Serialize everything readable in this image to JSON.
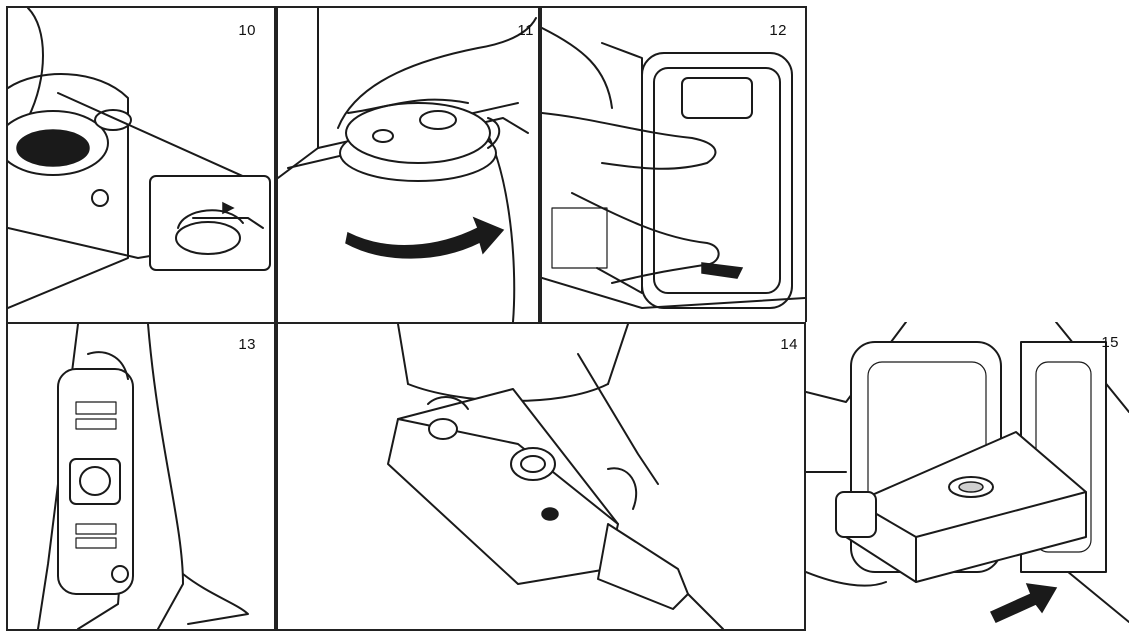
{
  "panels": [
    {
      "number": "10",
      "icon": "cassette-toilet-valve-icon"
    },
    {
      "number": "11",
      "icon": "cap-rotate-icon"
    },
    {
      "number": "12",
      "icon": "cassette-service-door-icon"
    },
    {
      "number": "13",
      "icon": "carry-cassette-icon"
    },
    {
      "number": "14",
      "icon": "empty-cassette-icon"
    },
    {
      "number": "15",
      "icon": "insert-cassette-icon"
    }
  ],
  "colors": {
    "line": "#1a1a1a",
    "background": "#ffffff"
  }
}
